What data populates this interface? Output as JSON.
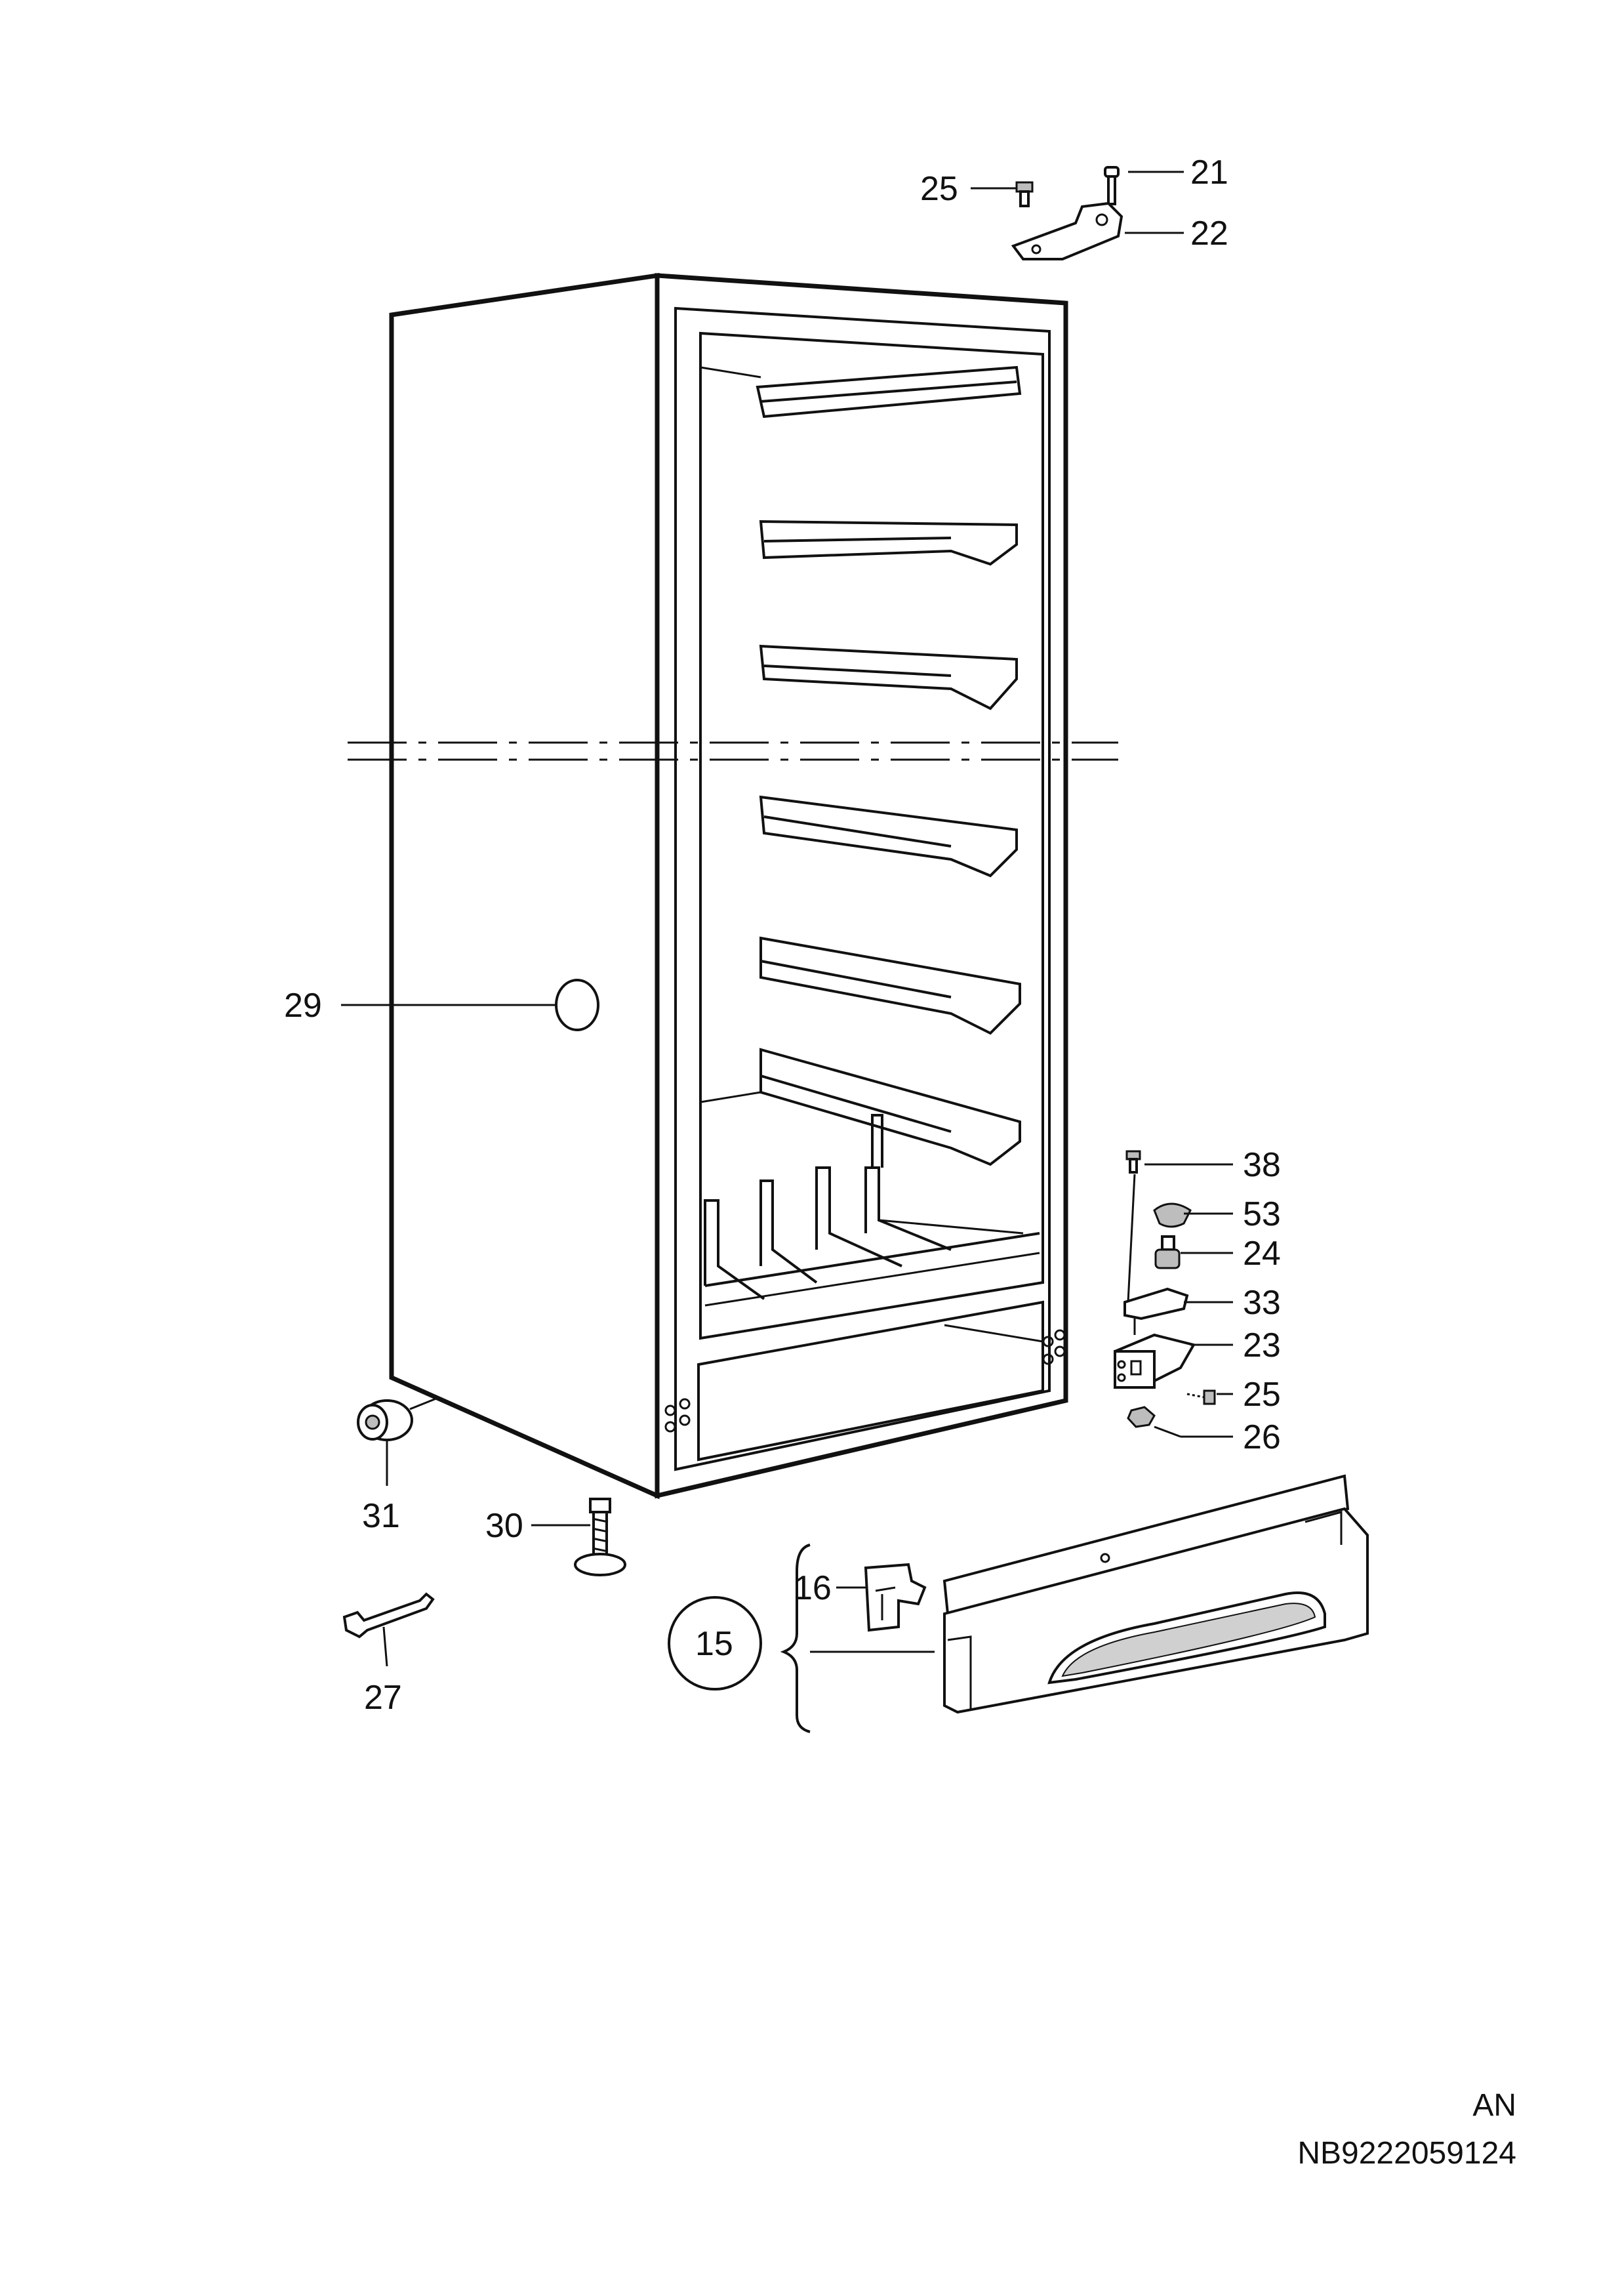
{
  "callouts": {
    "c21": "21",
    "c22": "22",
    "c25_top": "25",
    "c29": "29",
    "c38": "38",
    "c53": "53",
    "c24": "24",
    "c33": "33",
    "c23": "23",
    "c25_hinge": "25",
    "c26": "26",
    "c31": "31",
    "c30": "30",
    "c27": "27",
    "c16": "16",
    "c15": "15"
  },
  "document": {
    "language_code": "AN",
    "part_number": "NB9222059124"
  }
}
